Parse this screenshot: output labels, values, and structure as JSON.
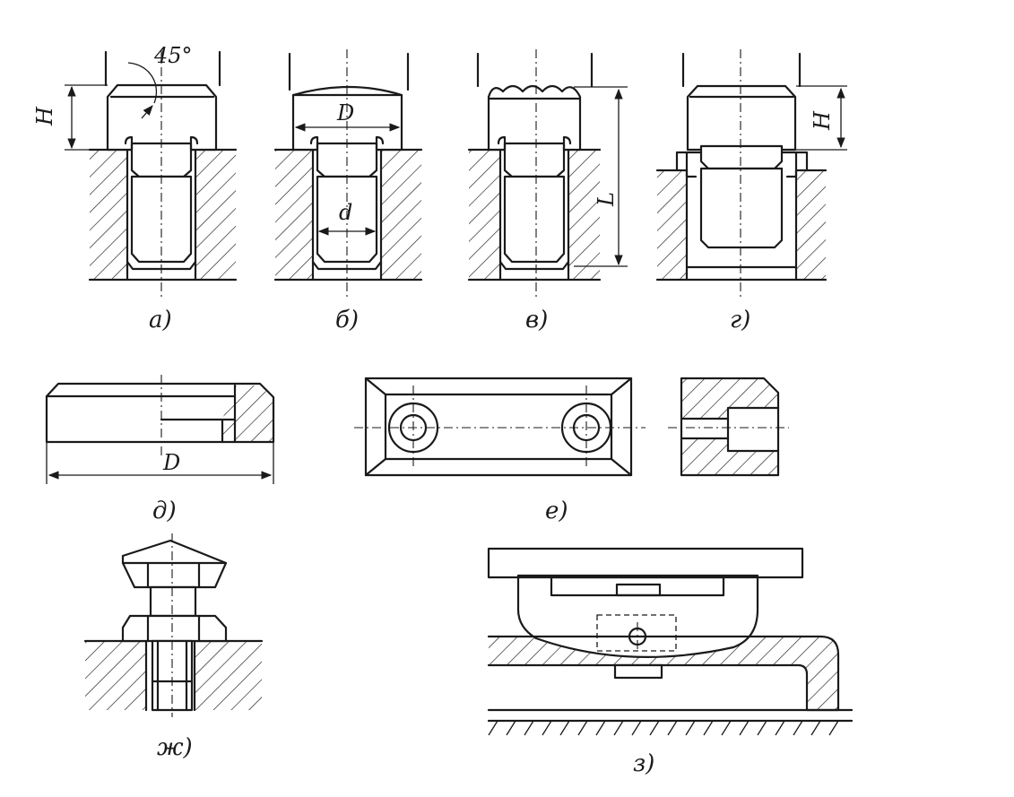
{
  "dimensions": {
    "angle": "45°",
    "height_a": "H",
    "diameter_b": "D",
    "bore_b": "d",
    "length_v": "L",
    "height_g": "H",
    "diameter_d": "D"
  },
  "labels": {
    "a": "а)",
    "b": "б)",
    "v": "в)",
    "g": "г)",
    "d": "д)",
    "e": "е)",
    "zh": "ж)",
    "z": "з)"
  }
}
